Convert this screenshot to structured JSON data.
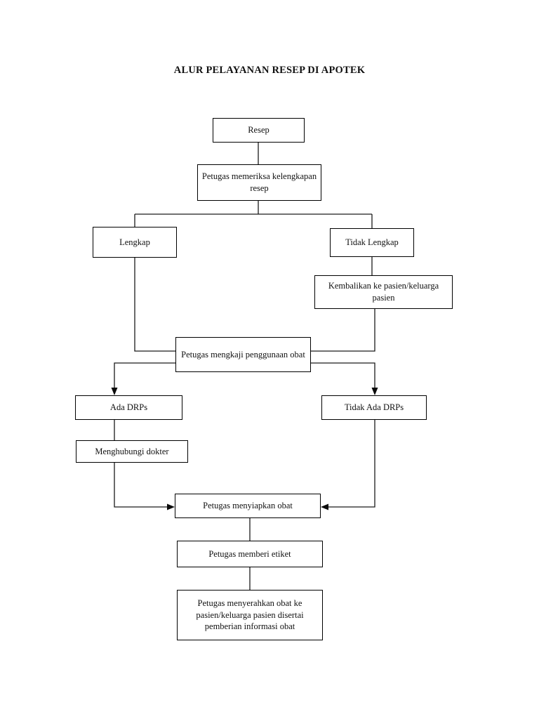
{
  "document": {
    "title": "ALUR PELAYANAN RESEP DI APOTEK"
  },
  "diagram": {
    "type": "flowchart",
    "orientation": "top-to-bottom",
    "nodes": [
      {
        "id": "resep",
        "label": "Resep"
      },
      {
        "id": "periksa",
        "label": "Petugas memeriksa kelengkapan resep"
      },
      {
        "id": "lengkap",
        "label": "Lengkap"
      },
      {
        "id": "tidak-lengkap",
        "label": "Tidak Lengkap"
      },
      {
        "id": "kembalikan",
        "label": "Kembalikan ke pasien/keluarga pasien"
      },
      {
        "id": "mengkaji",
        "label": "Petugas mengkaji penggunaan obat"
      },
      {
        "id": "ada-drps",
        "label": "Ada DRPs"
      },
      {
        "id": "tidak-ada-drps",
        "label": "Tidak Ada DRPs"
      },
      {
        "id": "menghubungi",
        "label": "Menghubungi dokter"
      },
      {
        "id": "menyiapkan",
        "label": "Petugas menyiapkan obat"
      },
      {
        "id": "etiket",
        "label": "Petugas memberi etiket"
      },
      {
        "id": "menyerahkan",
        "label": "Petugas menyerahkan obat ke pasien/keluarga pasien disertai pemberian informasi obat"
      }
    ],
    "edges": [
      {
        "from": "resep",
        "to": "periksa",
        "arrow": false
      },
      {
        "from": "periksa",
        "to": "lengkap",
        "arrow": false
      },
      {
        "from": "periksa",
        "to": "tidak-lengkap",
        "arrow": false
      },
      {
        "from": "tidak-lengkap",
        "to": "kembalikan",
        "arrow": false
      },
      {
        "from": "lengkap",
        "to": "mengkaji",
        "arrow": false
      },
      {
        "from": "kembalikan",
        "to": "mengkaji",
        "arrow": false
      },
      {
        "from": "mengkaji",
        "to": "ada-drps",
        "arrow": true
      },
      {
        "from": "mengkaji",
        "to": "tidak-ada-drps",
        "arrow": true
      },
      {
        "from": "ada-drps",
        "to": "menghubungi",
        "arrow": false
      },
      {
        "from": "menghubungi",
        "to": "menyiapkan",
        "arrow": true
      },
      {
        "from": "tidak-ada-drps",
        "to": "menyiapkan",
        "arrow": true
      },
      {
        "from": "menyiapkan",
        "to": "etiket",
        "arrow": false
      },
      {
        "from": "etiket",
        "to": "menyerahkan",
        "arrow": false
      }
    ],
    "colors": {
      "node_border": "#000000",
      "node_fill": "#ffffff",
      "connector": "#1a1a1a",
      "text": "#111111",
      "background": "#ffffff"
    }
  }
}
